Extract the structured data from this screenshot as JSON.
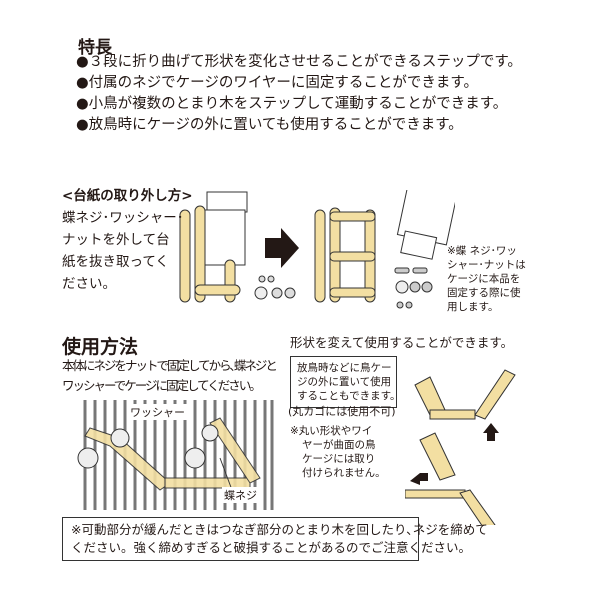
{
  "features": {
    "title": "特長",
    "bullets": [
      "●３段に折り曲げて形状を変化させせることができるステップです。",
      "●付属のネジでケージのワイヤーに固定することができます。",
      "●小鳥が複数のとまり木をステップして運動することができます。",
      "●放鳥時にケージの外に置いても使用することができます。"
    ]
  },
  "removal": {
    "title": "<台紙の取り外し方>",
    "lines": [
      "蝶ネジ･ワッシャー･",
      "ナットを外して台",
      "紙を抜き取ってく",
      "ださい。"
    ],
    "note": [
      "※蝶 ネジ･ワッ",
      "シャー･ナットは",
      "ケージに本品を",
      "固定する際に使",
      "用します。"
    ]
  },
  "usage": {
    "title": "使用方法",
    "lines": [
      "本体にネジをナットで固定してから､蝶ネジと",
      "ワッシャーでケージに固定してください。"
    ],
    "label_washer": "ワッシャー",
    "label_screw": "蝶ネジ"
  },
  "shapes": {
    "title": "形状を変えて使用することができます。",
    "bubble": [
      "放鳥時などに鳥ケー",
      "ジの外に置いて使用",
      "することもできます。"
    ],
    "round_cage": "(丸カゴには使用不可)",
    "round_note": [
      "※丸い形状やワイ",
      "ヤーが曲面の鳥",
      "ケージには取り",
      "付けられません。"
    ]
  },
  "caution": [
    "※可動部分が緩んだときはつなぎ部分のとまり木を回したり､ネジを締めて",
    "ください。強く締めすぎると破損することがあるのでご注意ください。"
  ],
  "colors": {
    "wood": "#f3dfa2",
    "line": "#333333"
  }
}
